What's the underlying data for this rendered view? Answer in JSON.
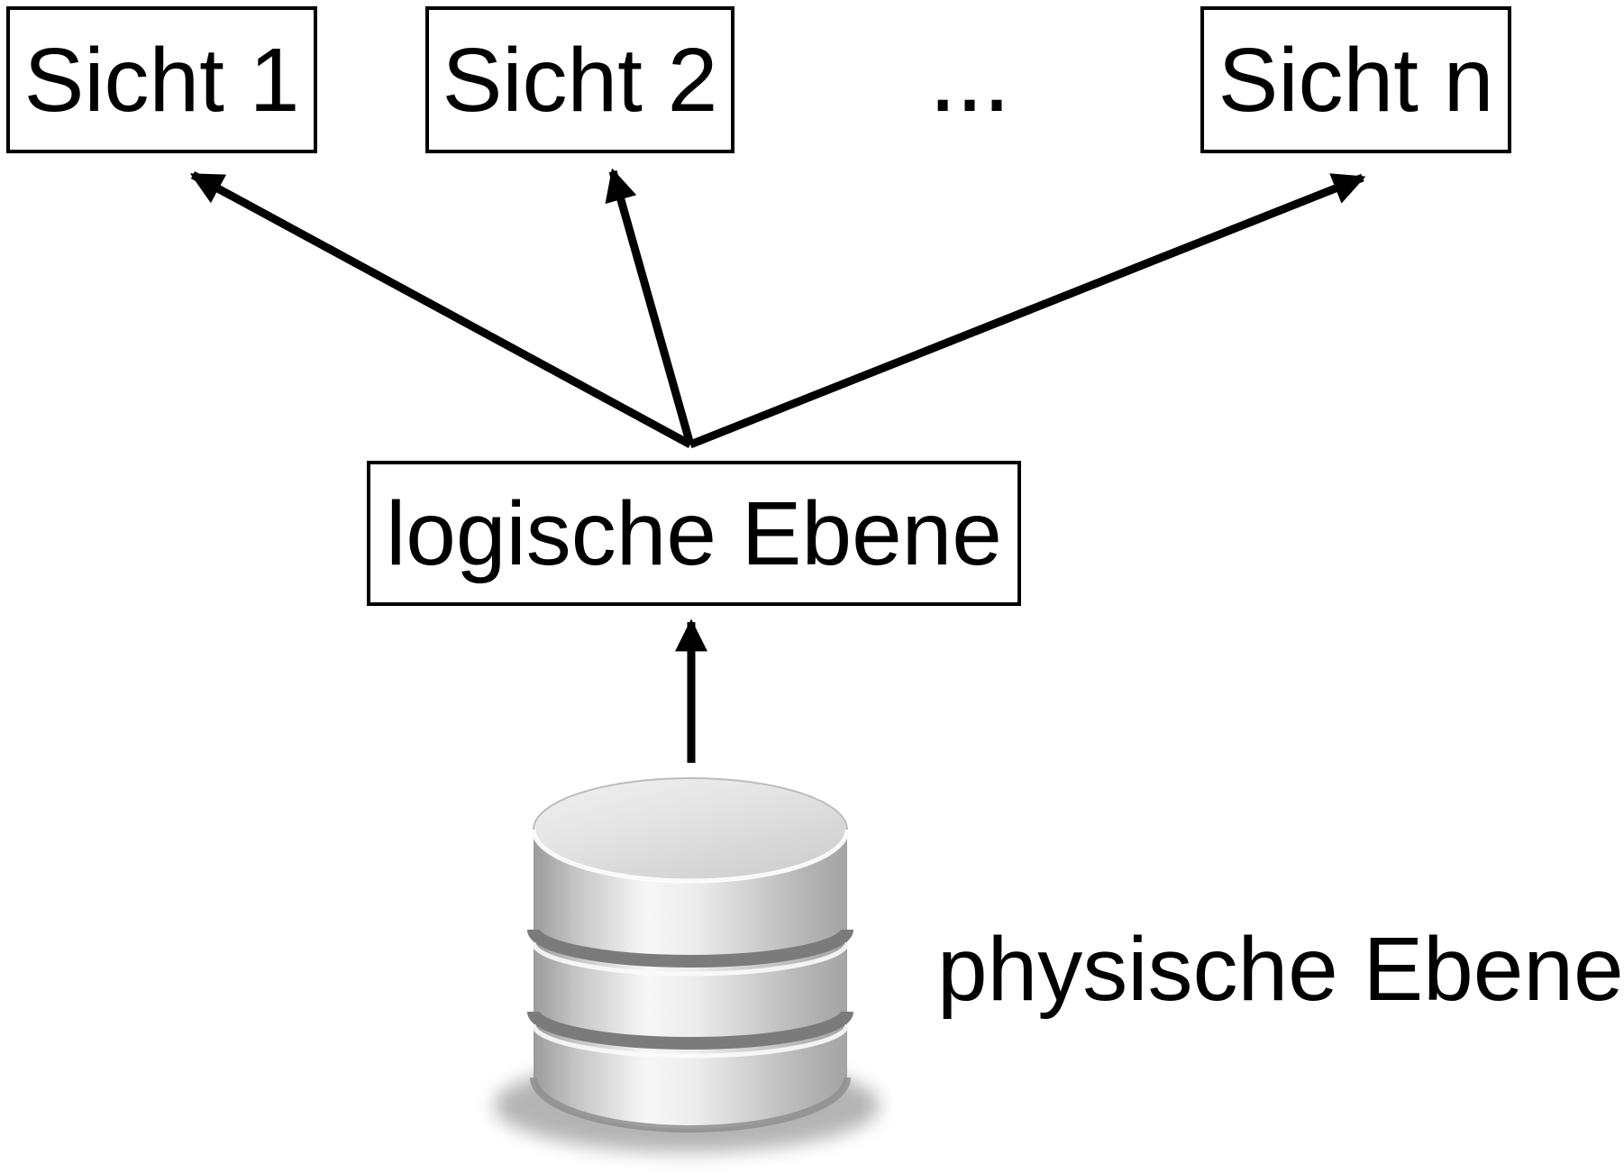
{
  "diagram": {
    "view_boxes": [
      {
        "label": "Sicht 1"
      },
      {
        "label": "Sicht 2"
      },
      {
        "label": "Sicht n"
      }
    ],
    "ellipsis": "...",
    "logical_box": {
      "label": "logische Ebene"
    },
    "physical_label": "physische Ebene",
    "database_icon": "database-cylinder",
    "colors": {
      "foreground": "#000000",
      "background": "#ffffff",
      "box_border": "#000000",
      "cylinder_light": "#f5f5f5",
      "cylinder_mid": "#d9d9d9",
      "cylinder_dark": "#9c9c9c",
      "cylinder_separator": "#7b7b7b",
      "shadow": "#777777"
    }
  }
}
